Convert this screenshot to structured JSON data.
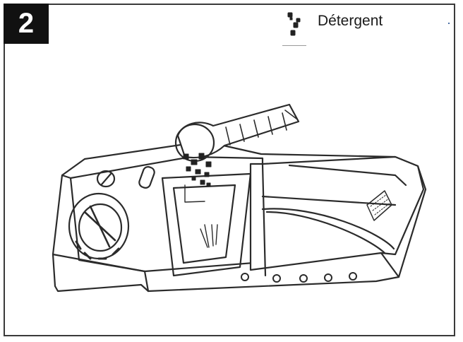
{
  "step": {
    "number": "2"
  },
  "legend": {
    "label": "Détergent",
    "icon": "detergent-granules-icon"
  },
  "illustration": {
    "subject": "dishwasher-detergent-dispenser"
  }
}
